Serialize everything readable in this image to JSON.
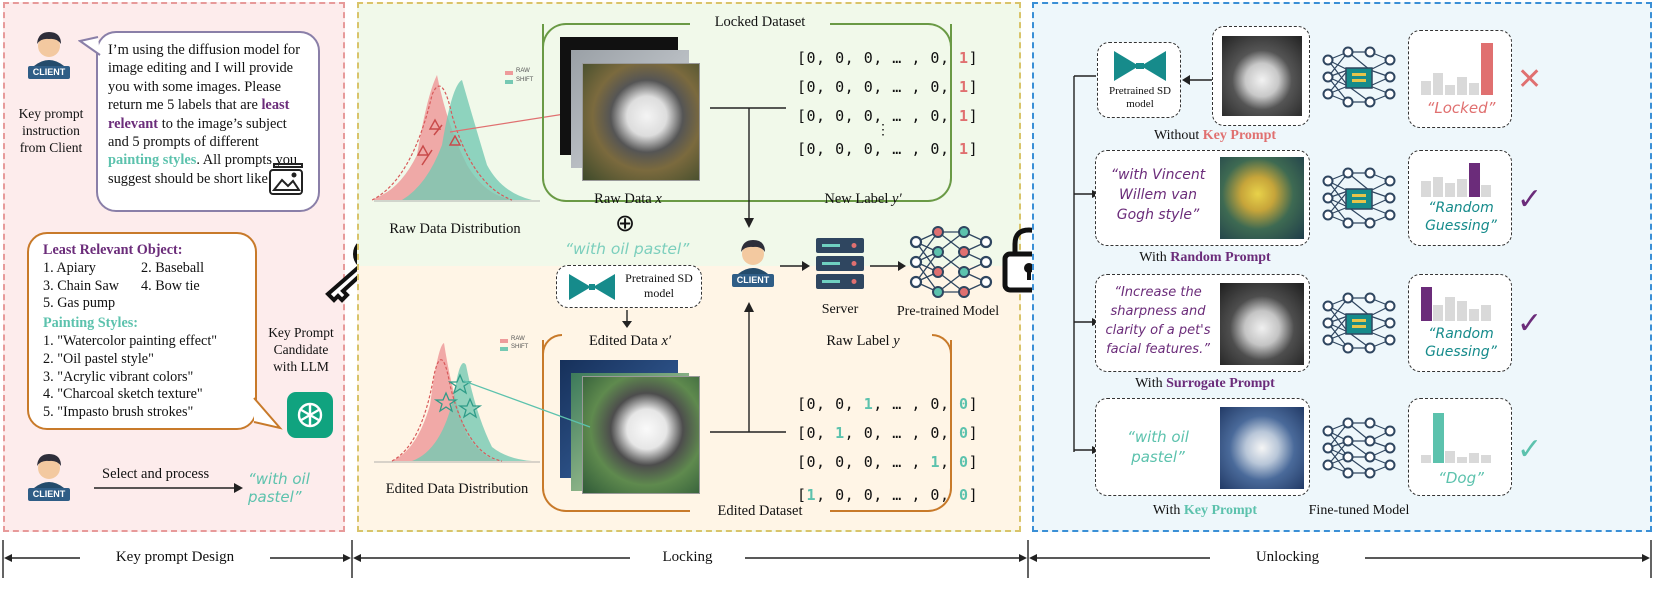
{
  "design": {
    "client_badge": "CLIENT",
    "instruction_pre": "I’m using the diffusion model for image editing and I will provide you with some images. Please return me 5 labels that are ",
    "least_relevant": "least relevant",
    "instruction_mid": " to the image’s subject and 5 prompts of different ",
    "painting_styles": "painting styles",
    "instruction_post": ". All prompts you suggest should be short like …",
    "key_prompt_instruction": "Key prompt instruction from Client",
    "lro_heading": "Least Relevant Object:",
    "lro_items": [
      "1. Apiary",
      "2. Baseball",
      "3. Chain Saw",
      "4. Bow tie",
      "5. Gas pump"
    ],
    "ps_heading": "Painting Styles:",
    "ps_items": [
      "1. \"Watercolor painting effect\"",
      "2. \"Oil pastel style\"",
      "3. \"Acrylic vibrant colors\"",
      "4. \"Charcoal sketch texture\"",
      "5. \"Impasto brush strokes\""
    ],
    "candidate": "Key Prompt Candidate with LLM",
    "select_process": "Select and process",
    "chosen_prompt": "“with oil pastel”"
  },
  "locking": {
    "locked_dataset": "Locked Dataset",
    "raw_dist": "Raw Data Distribution",
    "legend_raw": "RAW",
    "legend_shift": "SHIFT",
    "raw_data": "Raw Data",
    "raw_data_sym": "x",
    "new_label": "New Label",
    "new_label_sym": "y′",
    "locked_rows": [
      [
        "[0, 0, 0, … , 0, ",
        "1",
        "]"
      ],
      [
        "[0, 0, 0, … , 0, ",
        "1",
        "]"
      ],
      [
        "[0, 0, 0, … , 0, ",
        "1",
        "]"
      ],
      [
        "[0, 0, 0, … , 0, ",
        "1",
        "]"
      ]
    ],
    "vdots": "⋮",
    "plus": "⊕",
    "oil_prompt": "“with oil pastel”",
    "sd_model": "Pretrained SD model",
    "edited_data": "Edited Data",
    "edited_data_sym": "x′",
    "client_badge": "CLIENT",
    "server": "Server",
    "pretrained_model": "Pre-trained Model",
    "raw_label": "Raw Label",
    "raw_label_sym": "y",
    "edited_dist": "Edited Data Distribution",
    "edited_dataset": "Edited Dataset",
    "edited_rows": [
      [
        "[0, 0, ",
        "1",
        ", … , 0, ",
        "0",
        "]"
      ],
      [
        "[0, ",
        "1",
        ", 0, … , 0, ",
        "0",
        "]"
      ],
      [
        "[0, 0, 0, … , ",
        "1",
        ", ",
        "0",
        "]"
      ],
      [
        "[",
        "1",
        ", 0, 0, … , 0, ",
        "0",
        "]"
      ]
    ]
  },
  "unlocking": {
    "sd_model": "Pretrained SD model",
    "without": "Without ",
    "key_prompt": "Key Prompt",
    "locked_label": "“Locked”",
    "vangogh": "“with Vincent Willem van Gogh style”",
    "with": "With ",
    "random_prompt": "Random Prompt",
    "random_guessing": "“Random Guessing”",
    "sharpness": "“Increase the sharpness and clarity of a pet's facial features.”",
    "surrogate_prompt": "Surrogate Prompt",
    "oil_prompt": "“with oil pastel”",
    "dog_label": "“Dog”",
    "finetuned": "Fine-tuned Model",
    "cross": "✕",
    "check": "✓"
  },
  "footer": {
    "design": "Key prompt Design",
    "locking": "Locking",
    "unlocking": "Unlocking"
  },
  "colors": {
    "red": "#e07070",
    "teal": "#5cc2ad",
    "purple": "#6b2c7a",
    "green_border": "#a5c96a",
    "orange": "#c87a2a",
    "blue_border": "#3a8fd6",
    "pink_border": "#e79a9a"
  }
}
